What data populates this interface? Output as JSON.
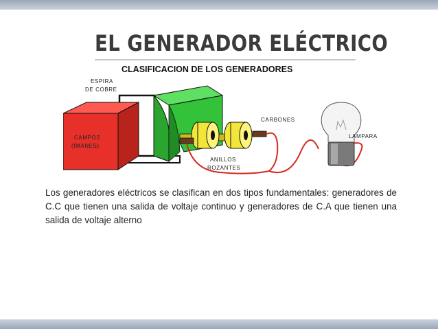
{
  "slide": {
    "title": "EL GENERADOR ELÉCTRICO",
    "subtitle": "CLASIFICACION DE LOS GENERADORES",
    "body": "Los generadores eléctricos se clasifican en dos tipos fundamentales: generadores de C.C  que tienen una salida de voltaje continuo y generadores de C.A que tienen una salida de voltaje alterno"
  },
  "diagram": {
    "labels": {
      "espira_line1": "ESPIRA",
      "espira_line2": "DE COBRE",
      "campos_line1": "CAMPOS",
      "campos_line2": "(IMANES)",
      "carbones": "CARBONES",
      "anillos_line1": "ANILLOS",
      "anillos_line2": "ROZANTES",
      "lampara": "LAMPARA"
    },
    "colors": {
      "magnet_red": "#e8302a",
      "magnet_green": "#33c23a",
      "rings_yellow": "#f2e63a",
      "wire": "#d62a20",
      "lamp_base": "#7a7a7a"
    }
  }
}
